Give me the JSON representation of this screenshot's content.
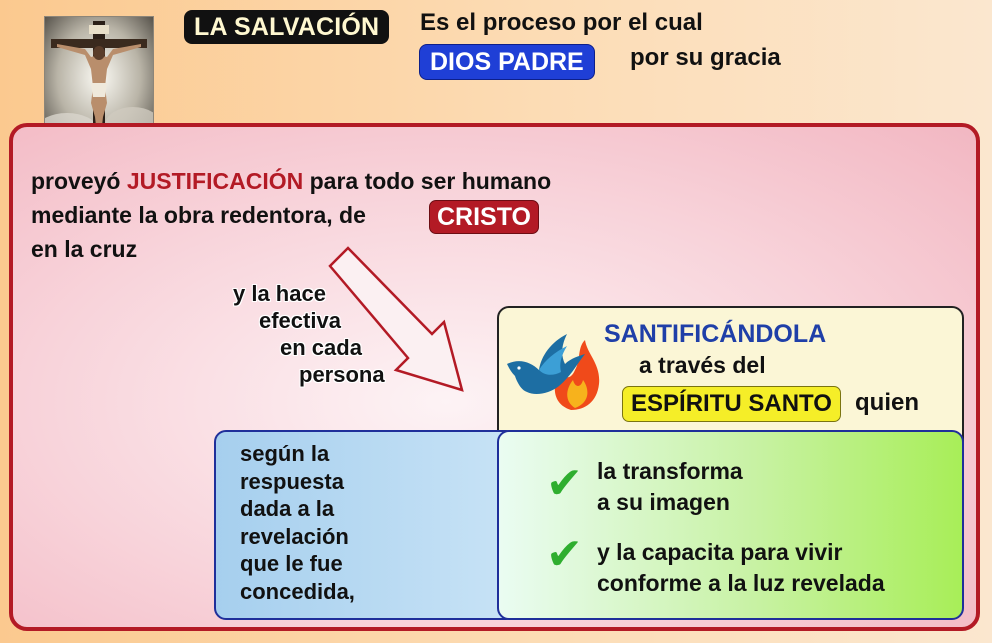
{
  "header": {
    "title_badge": "LA SALVACIÓN",
    "line1": "Es el proceso por el cual",
    "dios_badge": "DIOS PADRE",
    "line2_rest": "por su gracia"
  },
  "main": {
    "line1_pre": "proveyó",
    "line1_highlight": "JUSTIFICACIÓN",
    "line1_post": "para todo ser humano",
    "line2": "mediante la obra redentora, de",
    "cristo_badge": "CRISTO",
    "line3": "en la cruz",
    "arrow_text": [
      "y la hace",
      "efectiva",
      "en cada",
      "persona"
    ]
  },
  "sanctification": {
    "title": "SANTIFICÁNDOLA",
    "line2": "a través del",
    "espiritu_badge": "ESPÍRITU SANTO",
    "line3_rest": "quien"
  },
  "response": {
    "lines": [
      "según la",
      "respuesta",
      "dada a la",
      "revelación",
      "que le fue",
      "concedida,"
    ]
  },
  "effects": {
    "item1": [
      "la transforma",
      "a su imagen"
    ],
    "item2": [
      "y la capacita para vivir",
      "conforme a la luz revelada"
    ]
  },
  "colors": {
    "frame_red": "#b31a25",
    "dios_blue": "#1f3fd6",
    "espiritu_yellow": "#f5ee28",
    "check_green": "#2fae2f"
  },
  "icons": [
    "crucifix-image",
    "dove-flame-icon",
    "check-icon",
    "down-right-arrow"
  ]
}
